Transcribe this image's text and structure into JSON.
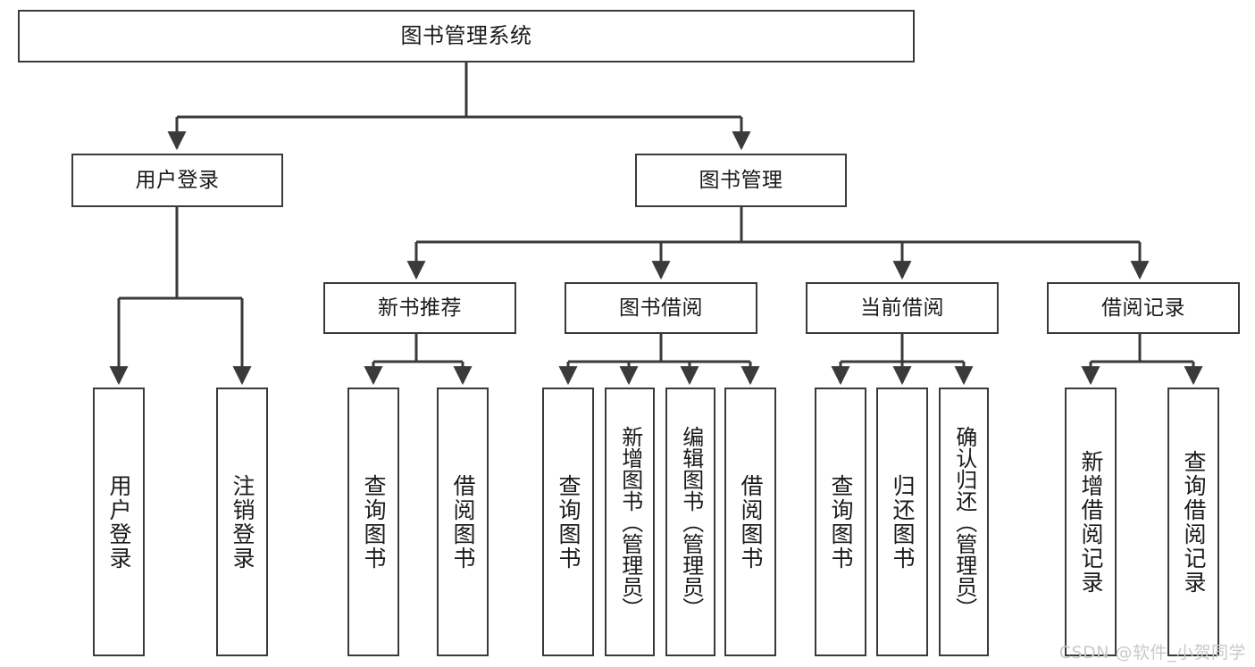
{
  "diagram": {
    "title": "图书管理系统",
    "type": "功能结构图",
    "colors": {
      "box_border": "#3a3a3a",
      "box_fill": "#ffffff",
      "connector": "#3a3a3a",
      "text": "#1a1a1a",
      "watermark": "#c9c9c9",
      "background": "#ffffff"
    },
    "watermark": "CSDN @软件_小贺同学",
    "nodes": {
      "root": {
        "label": "图书管理系统"
      },
      "level2": [
        {
          "label": "用户登录"
        },
        {
          "label": "图书管理"
        }
      ],
      "level3": [
        {
          "label": "新书推荐"
        },
        {
          "label": "图书借阅"
        },
        {
          "label": "当前借阅"
        },
        {
          "label": "借阅记录"
        }
      ],
      "leaves": {
        "user_login": [
          {
            "label": "用户登录"
          },
          {
            "label": "注销登录"
          }
        ],
        "new_book": [
          {
            "label": "查询图书"
          },
          {
            "label": "借阅图书"
          }
        ],
        "borrow_book": [
          {
            "label": "查询图书"
          },
          {
            "label": "新增图书（管理员）"
          },
          {
            "label": "编辑图书（管理员）"
          },
          {
            "label": "借阅图书"
          }
        ],
        "current_borrow": [
          {
            "label": "查询图书"
          },
          {
            "label": "归还图书"
          },
          {
            "label": "确认归还（管理员）"
          }
        ],
        "borrow_record": [
          {
            "label": "新增借阅记录"
          },
          {
            "label": "查询借阅记录"
          }
        ]
      }
    }
  }
}
